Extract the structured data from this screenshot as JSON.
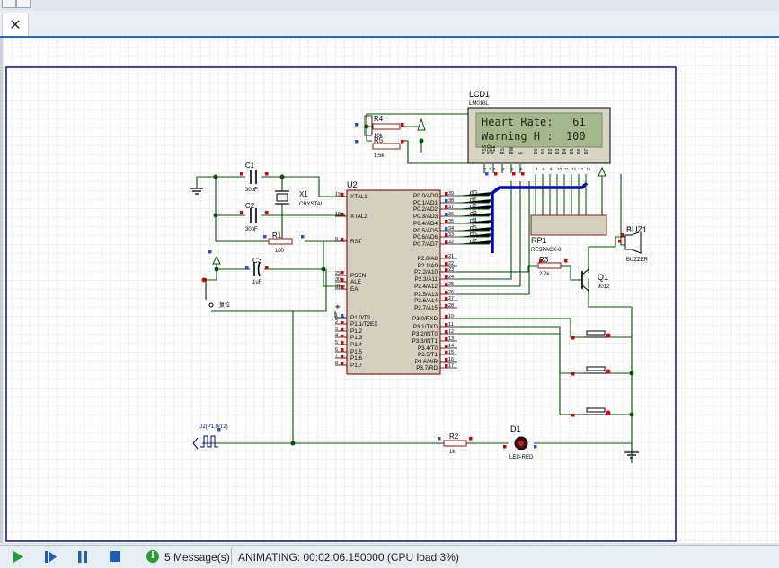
{
  "lcd": {
    "ref": "LCD1",
    "model": "LM016L",
    "line1": "Heart Rate:   61",
    "line2": "Warning H :  100",
    "pins": [
      "VSS",
      "VDD",
      "VEE",
      "RS",
      "RW",
      "E",
      "D0",
      "D1",
      "D2",
      "D3",
      "D4",
      "D5",
      "D6",
      "D7"
    ],
    "pin_numbers": [
      "1",
      "2",
      "3",
      "4",
      "5",
      "6",
      "7",
      "8",
      "9",
      "10",
      "11",
      "12",
      "13",
      "14"
    ]
  },
  "mcu": {
    "ref": "U2",
    "left_pins": [
      {
        "num": "19",
        "name": "XTAL1"
      },
      {
        "num": "18",
        "name": "XTAL2"
      },
      {
        "num": "9",
        "name": "RST"
      },
      {
        "num": "29",
        "name": "PSEN"
      },
      {
        "num": "30",
        "name": "ALE"
      },
      {
        "num": "31",
        "name": "EA"
      },
      {
        "num": "1",
        "name": "P1.0/T2"
      },
      {
        "num": "2",
        "name": "P1.1/T2EX"
      },
      {
        "num": "3",
        "name": "P1.2"
      },
      {
        "num": "4",
        "name": "P1.3"
      },
      {
        "num": "5",
        "name": "P1.4"
      },
      {
        "num": "6",
        "name": "P1.5"
      },
      {
        "num": "7",
        "name": "P1.6"
      },
      {
        "num": "8",
        "name": "P1.7"
      }
    ],
    "right_pins": [
      {
        "num": "39",
        "name": "P0.0/AD0"
      },
      {
        "num": "38",
        "name": "P0.1/AD1"
      },
      {
        "num": "37",
        "name": "P0.2/AD2"
      },
      {
        "num": "36",
        "name": "P0.3/AD3"
      },
      {
        "num": "35",
        "name": "P0.4/AD4"
      },
      {
        "num": "34",
        "name": "P0.5/AD5"
      },
      {
        "num": "33",
        "name": "P0.6/AD6"
      },
      {
        "num": "32",
        "name": "P0.7/AD7"
      },
      {
        "num": "21",
        "name": "P2.0/A8"
      },
      {
        "num": "22",
        "name": "P2.1/A9"
      },
      {
        "num": "23",
        "name": "P2.2/A10"
      },
      {
        "num": "24",
        "name": "P2.3/A11"
      },
      {
        "num": "25",
        "name": "P2.4/A12"
      },
      {
        "num": "26",
        "name": "P2.5/A13"
      },
      {
        "num": "27",
        "name": "P2.6/A14"
      },
      {
        "num": "28",
        "name": "P2.7/A15"
      },
      {
        "num": "10",
        "name": "P3.0/RXD"
      },
      {
        "num": "11",
        "name": "P3.1/TXD"
      },
      {
        "num": "12",
        "name": "P3.2/INT0"
      },
      {
        "num": "13",
        "name": "P3.3/INT1"
      },
      {
        "num": "14",
        "name": "P3.4/T0"
      },
      {
        "num": "15",
        "name": "P3.5/T1"
      },
      {
        "num": "16",
        "name": "P3.6/WR"
      },
      {
        "num": "17",
        "name": "P3.7/RD"
      }
    ],
    "bus_labels": [
      "d0",
      "d1",
      "d2",
      "d3",
      "d4",
      "d5",
      "d6",
      "d7"
    ]
  },
  "components": {
    "c1": {
      "ref": "C1",
      "value": "30pF"
    },
    "c2": {
      "ref": "C2",
      "value": "30pF"
    },
    "x1": {
      "ref": "X1",
      "value": "CRYSTAL"
    },
    "r1": {
      "ref": "R1",
      "value": "100"
    },
    "c3": {
      "ref": "C3",
      "value": "1uF"
    },
    "reset_btn": {
      "label": "复位"
    },
    "r4": {
      "ref": "R4",
      "value": "10k"
    },
    "r5": {
      "ref": "R5",
      "value": "1.5k"
    },
    "rp1": {
      "ref": "RP1",
      "value": "RESPACK-8"
    },
    "r3": {
      "ref": "R3",
      "value": "2.2k"
    },
    "q1": {
      "ref": "Q1",
      "value": "9012"
    },
    "buz1": {
      "ref": "BUZ1",
      "value": "BUZZER"
    },
    "r2": {
      "ref": "R2",
      "value": "1k"
    },
    "d1": {
      "ref": "D1",
      "value": "LED-RED"
    },
    "gen": {
      "label": "U2(P1.0/T2)"
    }
  },
  "status": {
    "messages": "5 Message(s)",
    "animating": "ANIMATING: 00:02:06.150000 (CPU load 3%)"
  },
  "colors": {
    "wire": "#005300",
    "bus": "#0000c8",
    "chip_fill": "#d4cfbf",
    "chip_border": "#8b1a1a",
    "sheet_border": "#000080",
    "lcd_bg": "#a4b88e",
    "lcd_text": "#1e2a10"
  }
}
